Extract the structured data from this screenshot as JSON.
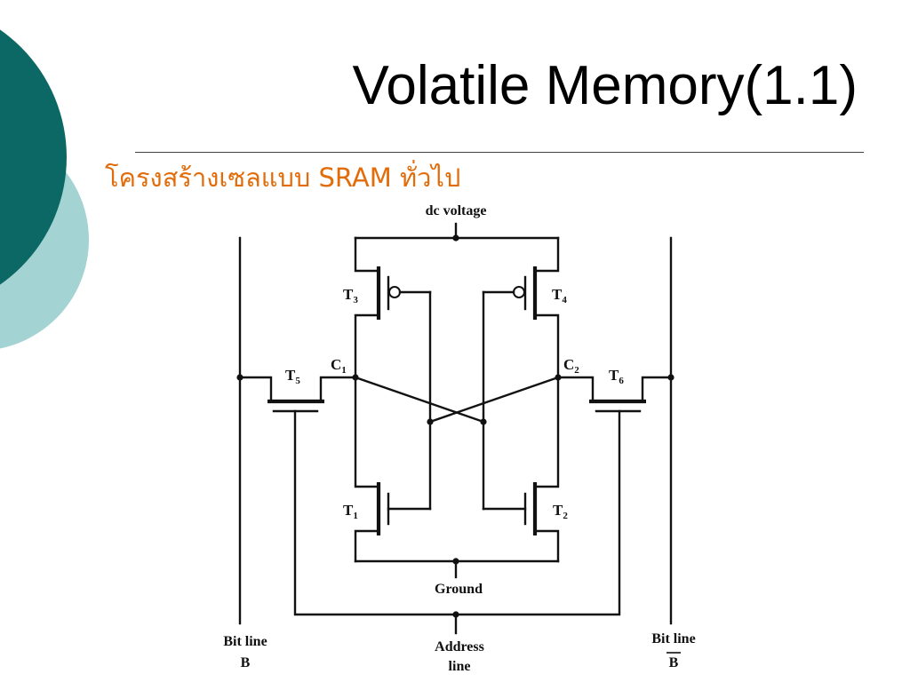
{
  "slide": {
    "title": "Volatile Memory(1.1)",
    "subtitle": "โครงสร้างเซลแบบ SRAM ทั่วไป"
  },
  "theme": {
    "dark_teal": "#0c6864",
    "light_teal": "#a3d3d2",
    "subtitle_color": "#e36c0a",
    "background": "#ffffff"
  },
  "diagram": {
    "supply_label": "dc voltage",
    "ground_label": "Ground",
    "address_label": {
      "line1": "Address",
      "line2": "line"
    },
    "bit_line_left": {
      "text": "Bit line",
      "symbol": "B",
      "overline": false
    },
    "bit_line_right": {
      "text": "Bit line",
      "symbol": "B",
      "overline": true
    },
    "transistors": {
      "t1": {
        "letter": "T",
        "index": "1"
      },
      "t2": {
        "letter": "T",
        "index": "2"
      },
      "t3": {
        "letter": "T",
        "index": "3"
      },
      "t4": {
        "letter": "T",
        "index": "4"
      },
      "t5": {
        "letter": "T",
        "index": "5"
      },
      "t6": {
        "letter": "T",
        "index": "6"
      }
    },
    "nodes": {
      "c1": {
        "letter": "C",
        "index": "1"
      },
      "c2": {
        "letter": "C",
        "index": "2"
      }
    }
  }
}
